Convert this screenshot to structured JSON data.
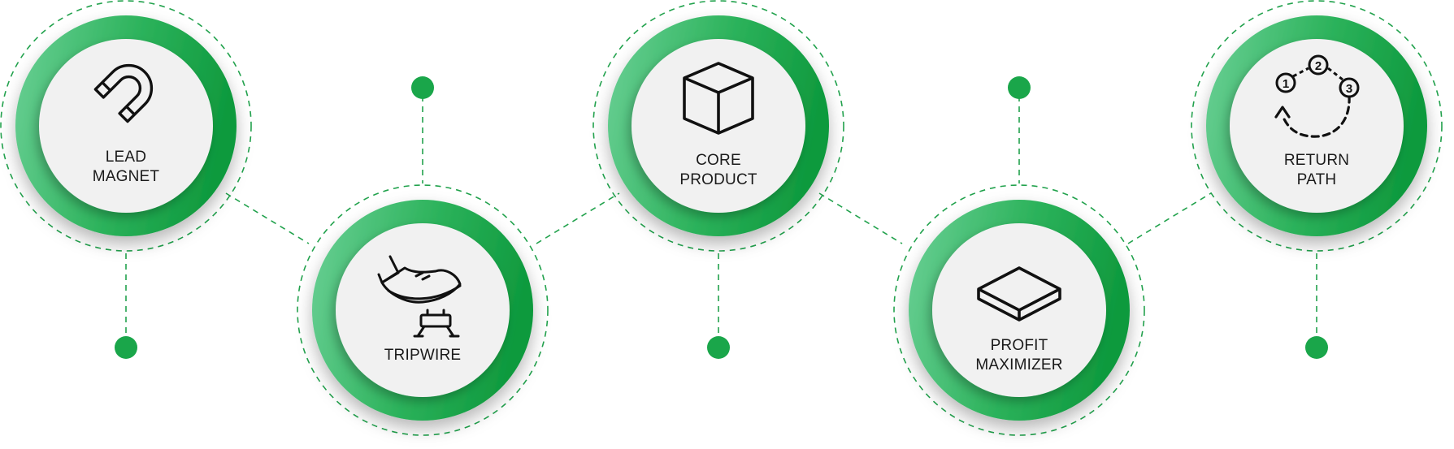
{
  "diagram": {
    "colors": {
      "accent": "#1aa64a",
      "accent_light": "#5cc98a",
      "dashed": "#22a24d",
      "inner": "#f1f1f1",
      "text": "#1a1a1a"
    },
    "steps": [
      {
        "id": "lead-magnet",
        "lines": [
          "LEAD",
          "MAGNET"
        ],
        "icon": "magnet-icon"
      },
      {
        "id": "tripwire",
        "lines": [
          "TRIPWIRE"
        ],
        "icon": "tripwire-foot-icon"
      },
      {
        "id": "core-product",
        "lines": [
          "CORE",
          "PRODUCT"
        ],
        "icon": "cube-icon"
      },
      {
        "id": "profit-maximizer",
        "lines": [
          "PROFIT",
          "MAXIMIZER"
        ],
        "icon": "flat-box-icon"
      },
      {
        "id": "return-path",
        "lines": [
          "RETURN",
          "PATH"
        ],
        "icon": "cycle-steps-icon"
      }
    ],
    "cycle_numbers": [
      "1",
      "2",
      "3"
    ]
  }
}
